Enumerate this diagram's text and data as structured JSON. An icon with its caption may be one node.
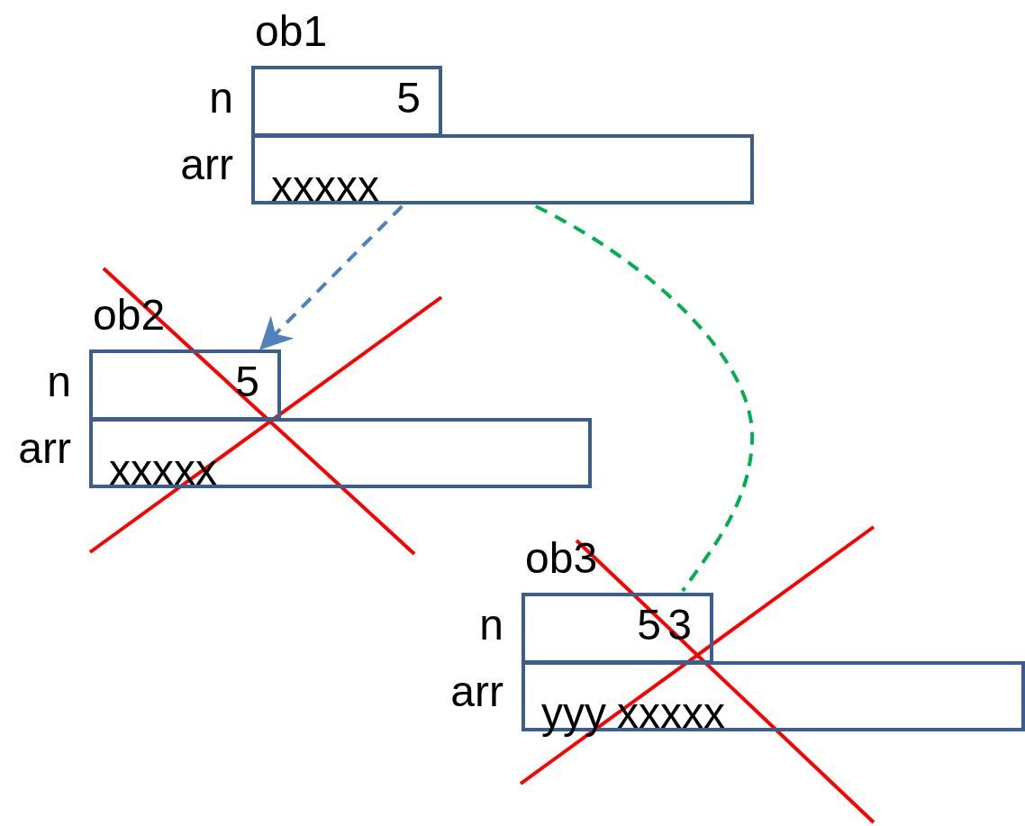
{
  "diagram": {
    "nodes": [
      {
        "text": [
          "5"
        ],
        "beside": [
          "ob1",
          "n"
        ]
      },
      {
        "text": [
          "xxxxx"
        ],
        "beside": [
          "arr"
        ]
      },
      {
        "text": [
          "5"
        ],
        "beside": [
          "ob2",
          "n"
        ]
      },
      {
        "text": [
          "xxxxx"
        ],
        "beside": [
          "arr"
        ]
      },
      {
        "text": [
          "5",
          "3"
        ],
        "beside": [
          "ob3",
          "n"
        ]
      },
      {
        "text": [
          "yyy",
          "xxxxx"
        ],
        "beside": [
          "arr"
        ]
      }
    ],
    "edges": [
      {
        "from": 1,
        "to": 2,
        "arrow": "to",
        "style": "dashed",
        "color": "#4f81bd"
      },
      {
        "from": 1,
        "to": 4,
        "arrow": "none",
        "style": "dashed",
        "color": "#00b050"
      }
    ]
  }
}
